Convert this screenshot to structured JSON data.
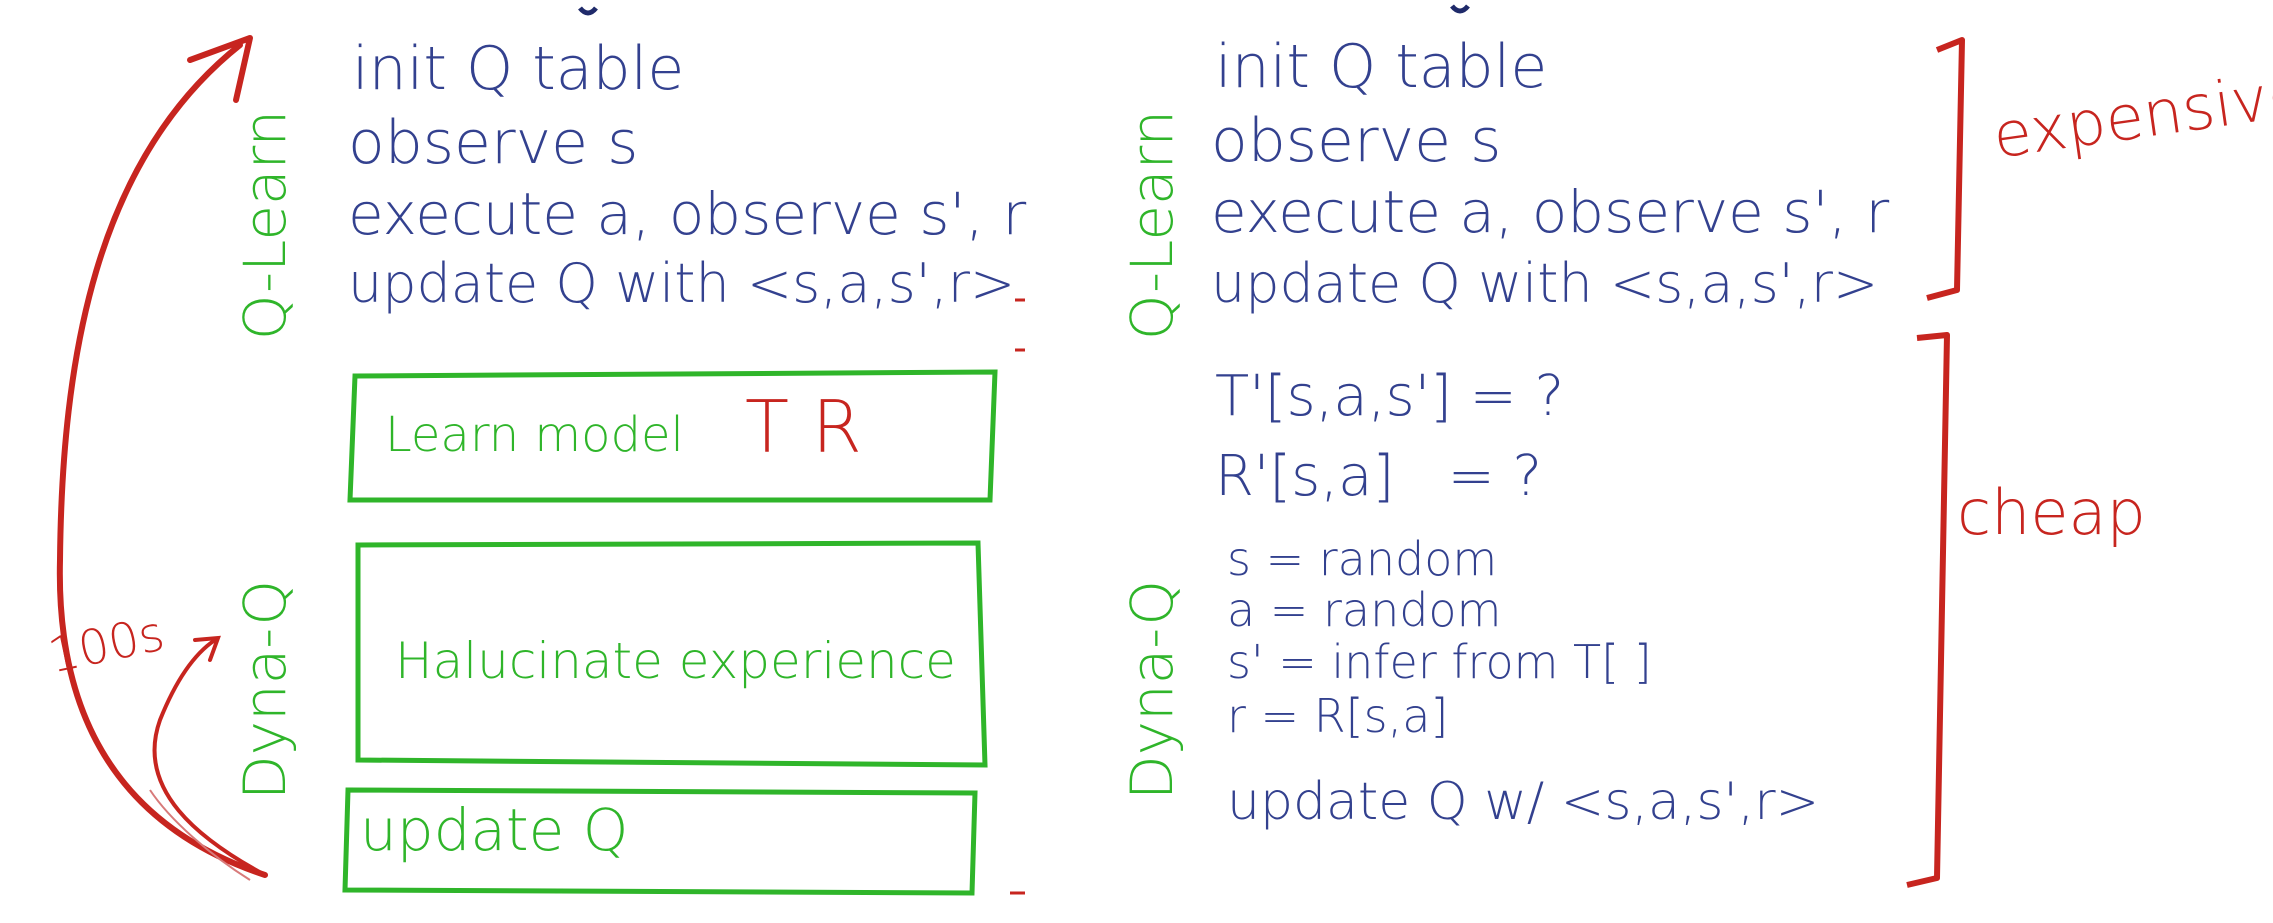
{
  "left": {
    "qlearn_label": "Q-Learn",
    "dyna_label": "Dyna-Q",
    "qlearn_steps": [
      "init Q table",
      "observe s",
      "execute a, observe s', r",
      "update Q with <s,a,s',r>"
    ],
    "boxes": [
      "Learn model",
      "Halucinate experience",
      "update Q"
    ],
    "model_symbols": "T R",
    "loop_count": "100s"
  },
  "right": {
    "qlearn_label": "Q-Learn",
    "dyna_label": "Dyna-Q",
    "qlearn_steps": [
      "init Q table",
      "observe s",
      "execute a, observe s', r",
      "update Q with <s,a,s',r>"
    ],
    "model_lines": [
      "T'[s,a,s'] = ?",
      "R'[s,a]   = ?"
    ],
    "hallucinate_lines": [
      "s = random",
      "a = random",
      "s' = infer from T[ ]",
      "r = R[s,a]"
    ],
    "update_line": "update Q w/ <s,a,s',r>",
    "cost_labels": [
      "expensive",
      "cheap"
    ]
  },
  "colors": {
    "ink_blue": "#33418f",
    "ink_green": "#2fb52a",
    "ink_red": "#c7251f"
  }
}
